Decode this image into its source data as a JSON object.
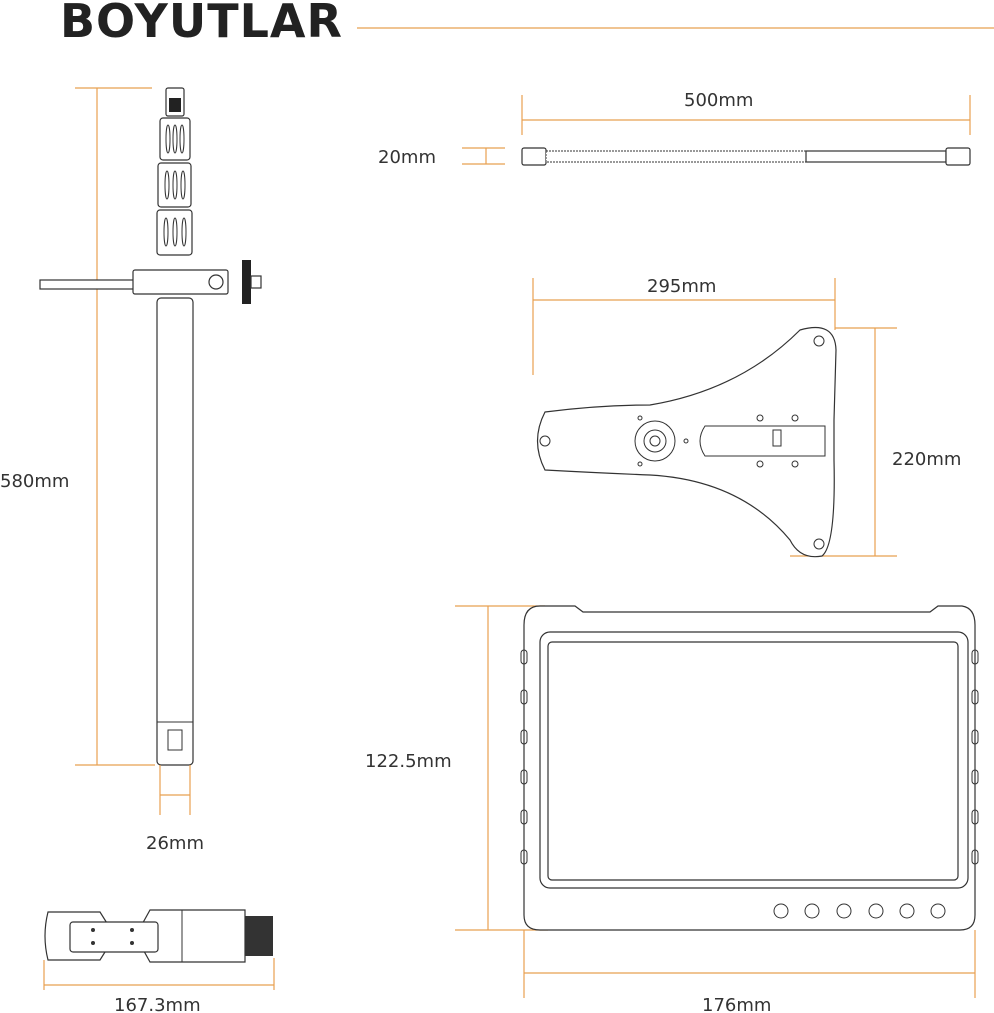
{
  "title": "BOYUTLAR",
  "accent_color": "#e8a050",
  "dimensions": {
    "pole_length": "580mm",
    "pole_diameter": "26mm",
    "handle_length": "167.3mm",
    "gooseneck_length": "500mm",
    "gooseneck_diameter": "20mm",
    "base_width": "295mm",
    "base_depth": "220mm",
    "monitor_height": "122.5mm",
    "monitor_width": "176mm"
  }
}
